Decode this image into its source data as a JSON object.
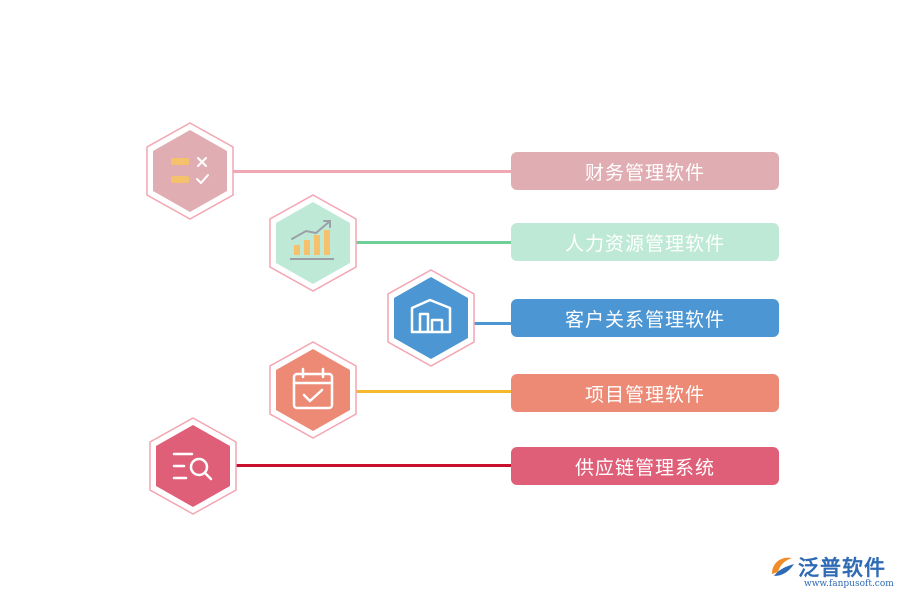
{
  "items": [
    {
      "label": "财务管理软件",
      "icon": "checklist-icon",
      "color": "#e0aeb2",
      "line_color": "#f0a8b4"
    },
    {
      "label": "人力资源管理软件",
      "icon": "bar-chart-icon",
      "color": "#bfe9d7",
      "line_color": "#6fcf97"
    },
    {
      "label": "客户关系管理软件",
      "icon": "building-icon",
      "color": "#4b96d3",
      "line_color": "#4b96d3"
    },
    {
      "label": "项目管理软件",
      "icon": "calendar-check-icon",
      "color": "#ec8a76",
      "line_color": "#f5b82e"
    },
    {
      "label": "供应链管理系统",
      "icon": "search-list-icon",
      "color": "#e05f78",
      "line_color": "#c8102e"
    }
  ],
  "logo": {
    "name": "泛普软件",
    "url": "www.fanpusoft.com"
  }
}
